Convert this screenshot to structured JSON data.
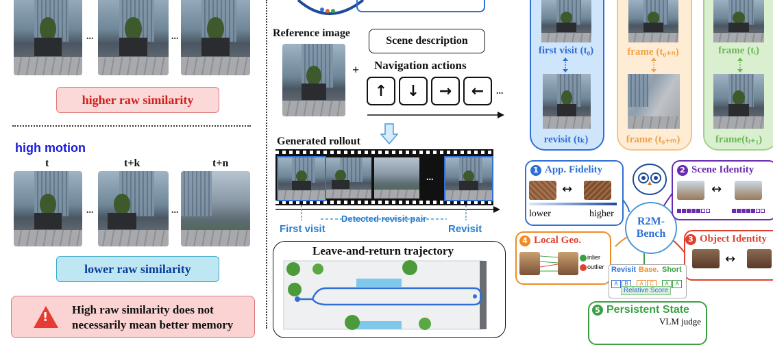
{
  "left": {
    "ellipsis": "...",
    "higher_label": "higher raw similarity",
    "high_motion_title": "high motion",
    "timesteps": [
      "t",
      "t+k",
      "t+n"
    ],
    "lower_label": "lower raw similarity",
    "warning_line1": "High raw similarity does not",
    "warning_line2": "necessarily mean better memory",
    "warning_icon": "!"
  },
  "middle": {
    "reference_label": "Reference image",
    "plus": "+",
    "scene_description": "Scene description",
    "navigation_title": "Navigation actions",
    "arrow_keys": [
      "↑",
      "↓",
      "→",
      "←"
    ],
    "ellipsis": "...",
    "generated_rollout": "Generated rollout",
    "first_visit": "First visit",
    "detected_pair": "Detected revisit pair",
    "revisit": "Revisit",
    "trajectory_title": "Leave-and-return trajectory"
  },
  "right": {
    "columns": [
      {
        "top_label": "first visit (t₀)",
        "bottom_label": "revisit (tₖ)"
      },
      {
        "top_label": "frame (t₀₊ₙ)",
        "bottom_label": "frame (t₀₊ₘ)"
      },
      {
        "top_label": "frame (tᵢ)",
        "bottom_label": "frame(tᵢ₊₁)"
      }
    ],
    "center_line1": "R2M-",
    "center_line2": "Bench",
    "app_fidelity": {
      "num": "1",
      "title": "App. Fidelity",
      "lower": "lower",
      "higher": "higher",
      "arrow": "↔"
    },
    "scene_identity": {
      "num": "2",
      "title": "Scene Identity",
      "arrow": "↔"
    },
    "object_identity": {
      "num": "3",
      "title": "Object Identity",
      "arrow": "↔"
    },
    "local_geo": {
      "num": "4",
      "title": "Local Geo.",
      "inlier": "inlier",
      "outlier": "outlier"
    },
    "score": {
      "revisit": "Revisit",
      "base": "Base.",
      "short": "Short",
      "relative": "Relative Score",
      "boxes": [
        "A",
        "B",
        "A",
        "C",
        "A",
        "A"
      ]
    },
    "persistent_state": {
      "num": "5",
      "title": "Persistent State",
      "vlm": "VLM judge"
    },
    "colors": {
      "blue": "#2f6fd6",
      "orange": "#f08a24",
      "green": "#3aa043",
      "purple": "#6a2bb0",
      "red": "#e0402f"
    }
  }
}
